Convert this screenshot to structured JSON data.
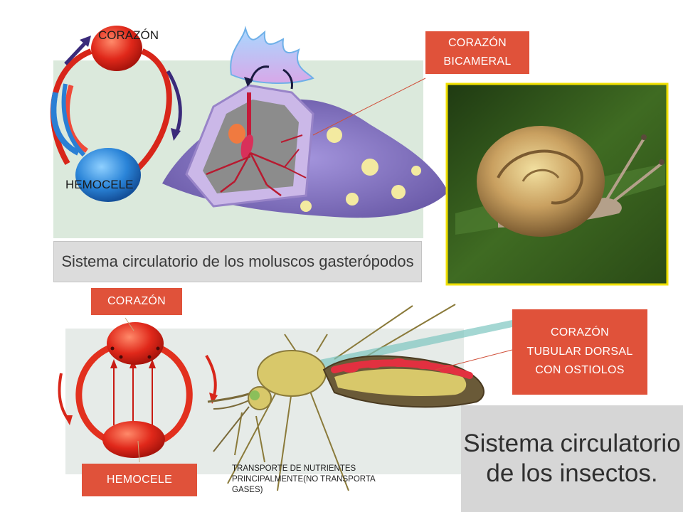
{
  "top": {
    "label_heart": "CORAZÓN",
    "label_hemocele": "HEMOCELE",
    "tag_bicameral": "CORAZÓN BICAMERAL",
    "caption": "Sistema circulatorio de los moluscos gasterópodos"
  },
  "bottom": {
    "tag_heart": "CORAZÓN",
    "tag_hemocele": "HEMOCELE",
    "tag_tubular": "CORAZÓN TUBULAR DORSAL CON OSTIOLOS",
    "note": "TRANSPORTE  DE NUTRIENTES PRINCIPALMENTE(NO  TRANSPORTA GASES)",
    "caption": "Sistema circulatorio de los insectos."
  },
  "colors": {
    "tag": "#e0523a",
    "vessel_red": "#d8261a",
    "vessel_blue": "#2a7fd4",
    "snail_body": "#8b78c8",
    "photo_frame": "#f0e000"
  }
}
